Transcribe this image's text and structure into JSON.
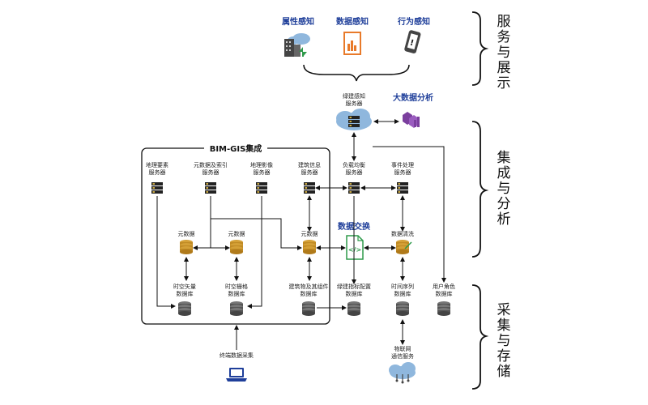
{
  "top": {
    "attr_perception": "属性感知",
    "data_perception": "数据感知",
    "behavior_perception": "行为感知"
  },
  "right": {
    "service": [
      "服",
      "务",
      "与",
      "展",
      "示"
    ],
    "integration": [
      "集",
      "成",
      "与",
      "分",
      "析"
    ],
    "collection": [
      "采",
      "集",
      "与",
      "存",
      "储"
    ]
  },
  "cloud": {
    "green_server_1": "绿建感知",
    "green_server_2": "服务器",
    "big_data": "大数据分析"
  },
  "bimgis": {
    "title": "BIM-GIS集成"
  },
  "servers": {
    "geo_elem_1": "地理要素",
    "geo_elem_2": "服务器",
    "meta_index_1": "元数据及索引",
    "meta_index_2": "服务器",
    "geo_image_1": "地理影像",
    "geo_image_2": "服务器",
    "building_1": "建筑信息",
    "building_2": "服务器",
    "lb_1": "负载均衡",
    "lb_2": "服务器",
    "event_1": "事件处理",
    "event_2": "服务器"
  },
  "metadata": {
    "meta_a": "元数据",
    "meta_b": "元数据",
    "meta_c": "元数据",
    "exchange": "数据交换",
    "clean": "数据清洗"
  },
  "databases": {
    "vector_1": "时空矢量",
    "vector_2": "数据库",
    "raster_1": "时空栅格",
    "raster_2": "数据库",
    "bim_1": "建筑物及其组件",
    "bim_2": "数据库",
    "green_1": "绿建指标配置",
    "green_2": "数据库",
    "time_1": "时间序列",
    "time_2": "数据库",
    "user_1": "用户角色",
    "user_2": "数据库"
  },
  "bottom": {
    "terminal": "终端数据采集",
    "iot_1": "物联网",
    "iot_2": "通信服务"
  },
  "colors": {
    "blue_text": "#1f3f9a",
    "gold_db": "#d4a037",
    "gray_db": "#555555",
    "server": "#222222",
    "green_doc": "#2e9a4a",
    "cloud": "#8fb7dd"
  }
}
